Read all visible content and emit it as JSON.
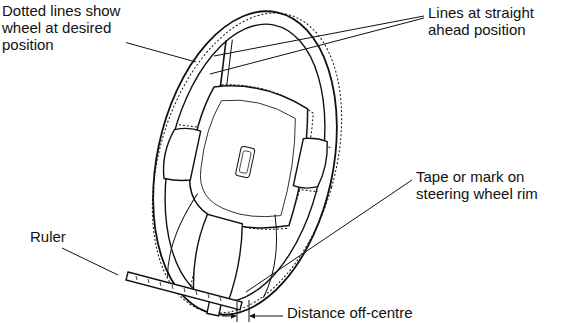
{
  "diagram": {
    "labels": [
      "Dotted lines show wheel at desired position",
      "Lines at straight ahead position",
      "Tape or mark on steering wheel rim",
      "Ruler",
      "Distance off-centre"
    ]
  }
}
